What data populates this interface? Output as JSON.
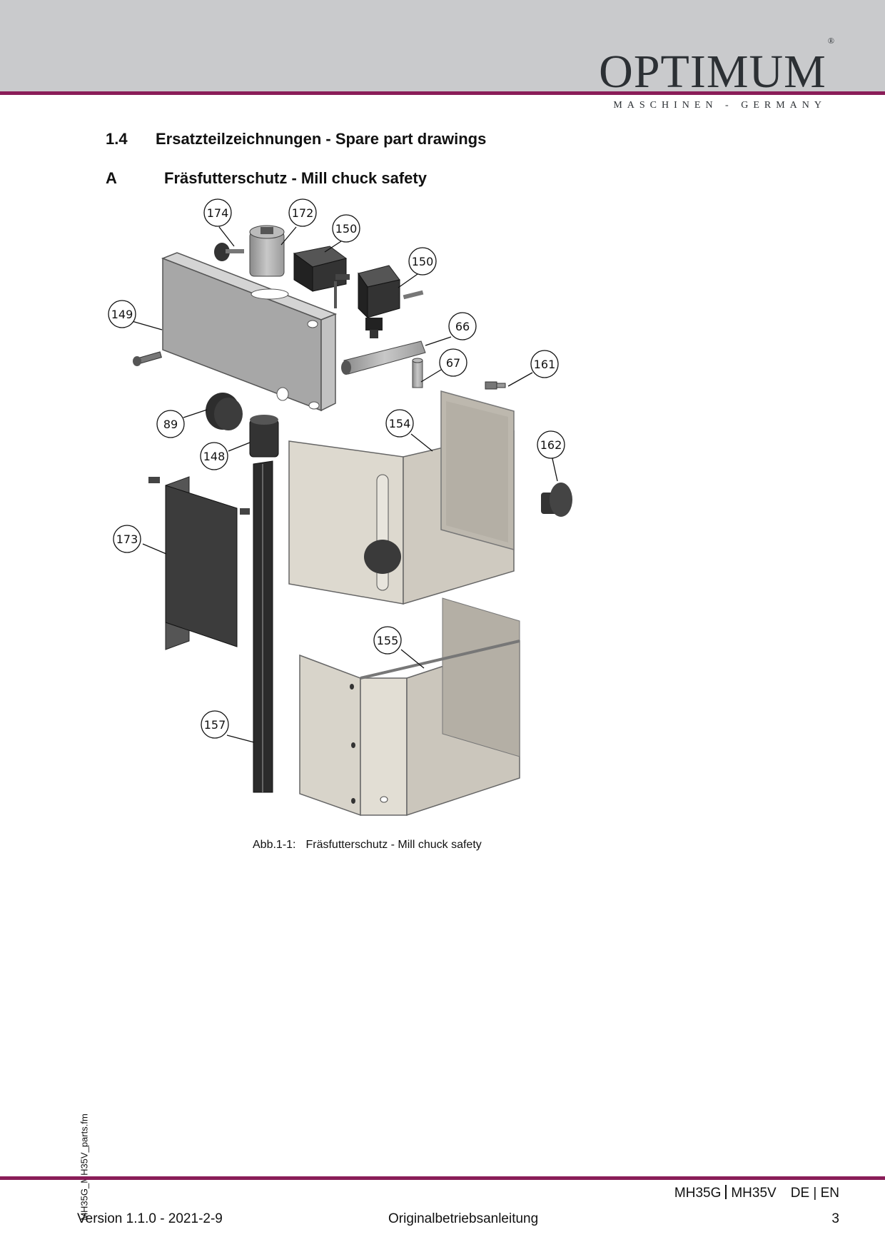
{
  "header": {
    "logo": "OPTIMUM",
    "registered": "®",
    "tagline": "MASCHINEN - GERMANY"
  },
  "section": {
    "number": "1.4",
    "title": "Ersatzteilzeichnungen - Spare part drawings"
  },
  "subsection": {
    "letter": "A",
    "title": "Fräsfutterschutz - Mill chuck safety"
  },
  "callouts": [
    "174",
    "172",
    "150",
    "150",
    "149",
    "66",
    "67",
    "161",
    "89",
    "154",
    "148",
    "162",
    "173",
    "155",
    "157"
  ],
  "caption": {
    "label": "Abb.1-1:",
    "text": "Fräsfutterschutz - Mill chuck safety"
  },
  "side_file": "MH35G_MH35V_parts.fm",
  "footer": {
    "model_a": "MH35G",
    "model_b": "MH35V",
    "languages": "DE | EN",
    "version": "Version 1.1.0 - 2021-2-9",
    "doc_type": "Originalbetriebsanleitung",
    "page": "3"
  }
}
